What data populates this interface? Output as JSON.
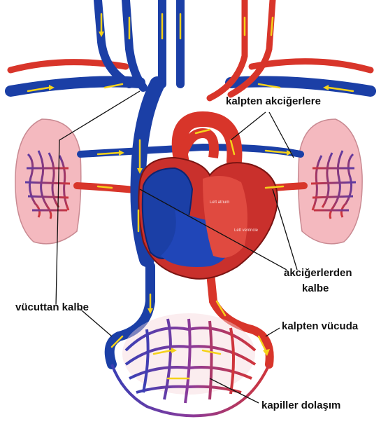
{
  "labels": {
    "lungs_from_heart": "kalpten akciğerlere",
    "heart_from_lungs_line1": "akciğerlerden",
    "heart_from_lungs_line2": "kalbe",
    "heart_from_body": "vücuttan kalbe",
    "body_from_heart": "kalpten vücuda",
    "capillary": "kapiller dolaşım"
  },
  "colors": {
    "vein": "#1b3fa6",
    "artery": "#d8352a",
    "lung": "#f4b9bf",
    "flow_arrow": "#f5d21a",
    "heart_muscle": "#c9302c"
  }
}
